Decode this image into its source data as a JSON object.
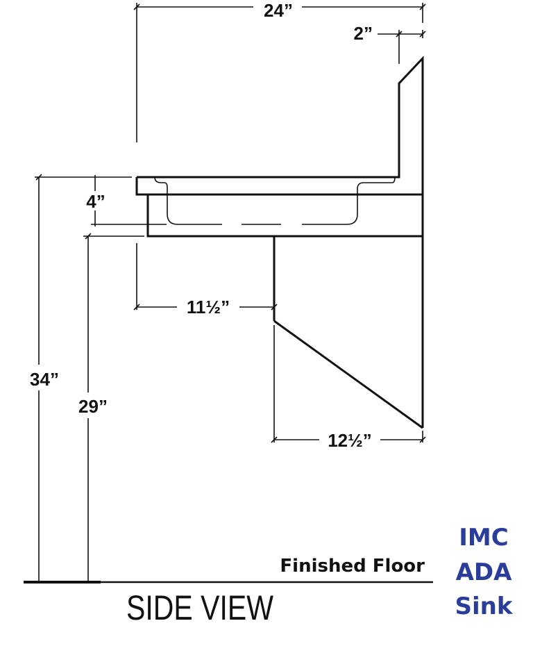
{
  "drawing": {
    "title": "SIDE VIEW",
    "floor_label": "Finished Floor",
    "dimensions": {
      "overall_depth": "24”",
      "backsplash_offset": "2”",
      "bowl_depth": "4”",
      "knee_clearance_depth": "11½”",
      "toe_clearance_depth": "12½”",
      "rim_height": "34”",
      "knee_clearance_height": "29”"
    }
  },
  "brand": {
    "lines": [
      "IMC",
      "ADA",
      "Sink"
    ],
    "color": "#2b3d9b"
  }
}
